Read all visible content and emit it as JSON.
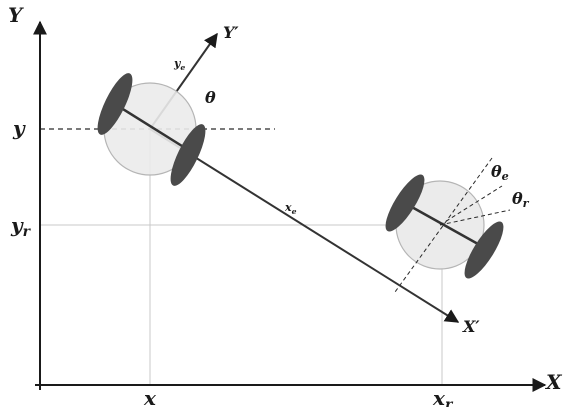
{
  "labels": {
    "axis_x": "X",
    "axis_y": "Y",
    "tick_x": "x",
    "tick_y": "y",
    "tick_xr_base": "x",
    "tick_xr_sub": "r",
    "tick_yr_base": "y",
    "tick_yr_sub": "r",
    "robot_axis_x": "X′",
    "robot_axis_y": "Y′",
    "theta": "θ",
    "error_x_base": "x",
    "error_x_sub": "e",
    "error_y_base": "y",
    "error_y_sub": "e",
    "theta_e_base": "θ",
    "theta_e_sub": "e",
    "theta_r_base": "θ",
    "theta_r_sub": "r"
  },
  "colors": {
    "axis": "#1a1a1a",
    "grid": "#c8c8c8",
    "body_fill": "#ebebeb",
    "body_stroke": "#b5b5b5",
    "wheel": "#4a4a4a",
    "line": "#333333",
    "dashed": "#2a2a2a"
  }
}
